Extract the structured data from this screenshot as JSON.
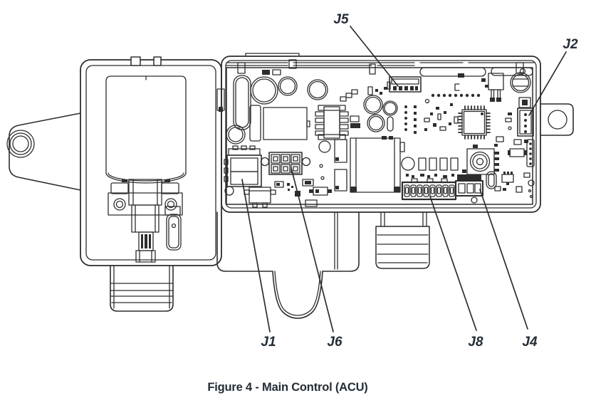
{
  "figure": {
    "caption": "Figure 4 - Main Control (ACU)",
    "labels": {
      "j1": "J1",
      "j2": "J2",
      "j4": "J4",
      "j5": "J5",
      "j6": "J6",
      "j8": "J8"
    },
    "colors": {
      "line": "#2d2d2d",
      "label_text": "#242e38",
      "background": "#ffffff"
    }
  }
}
